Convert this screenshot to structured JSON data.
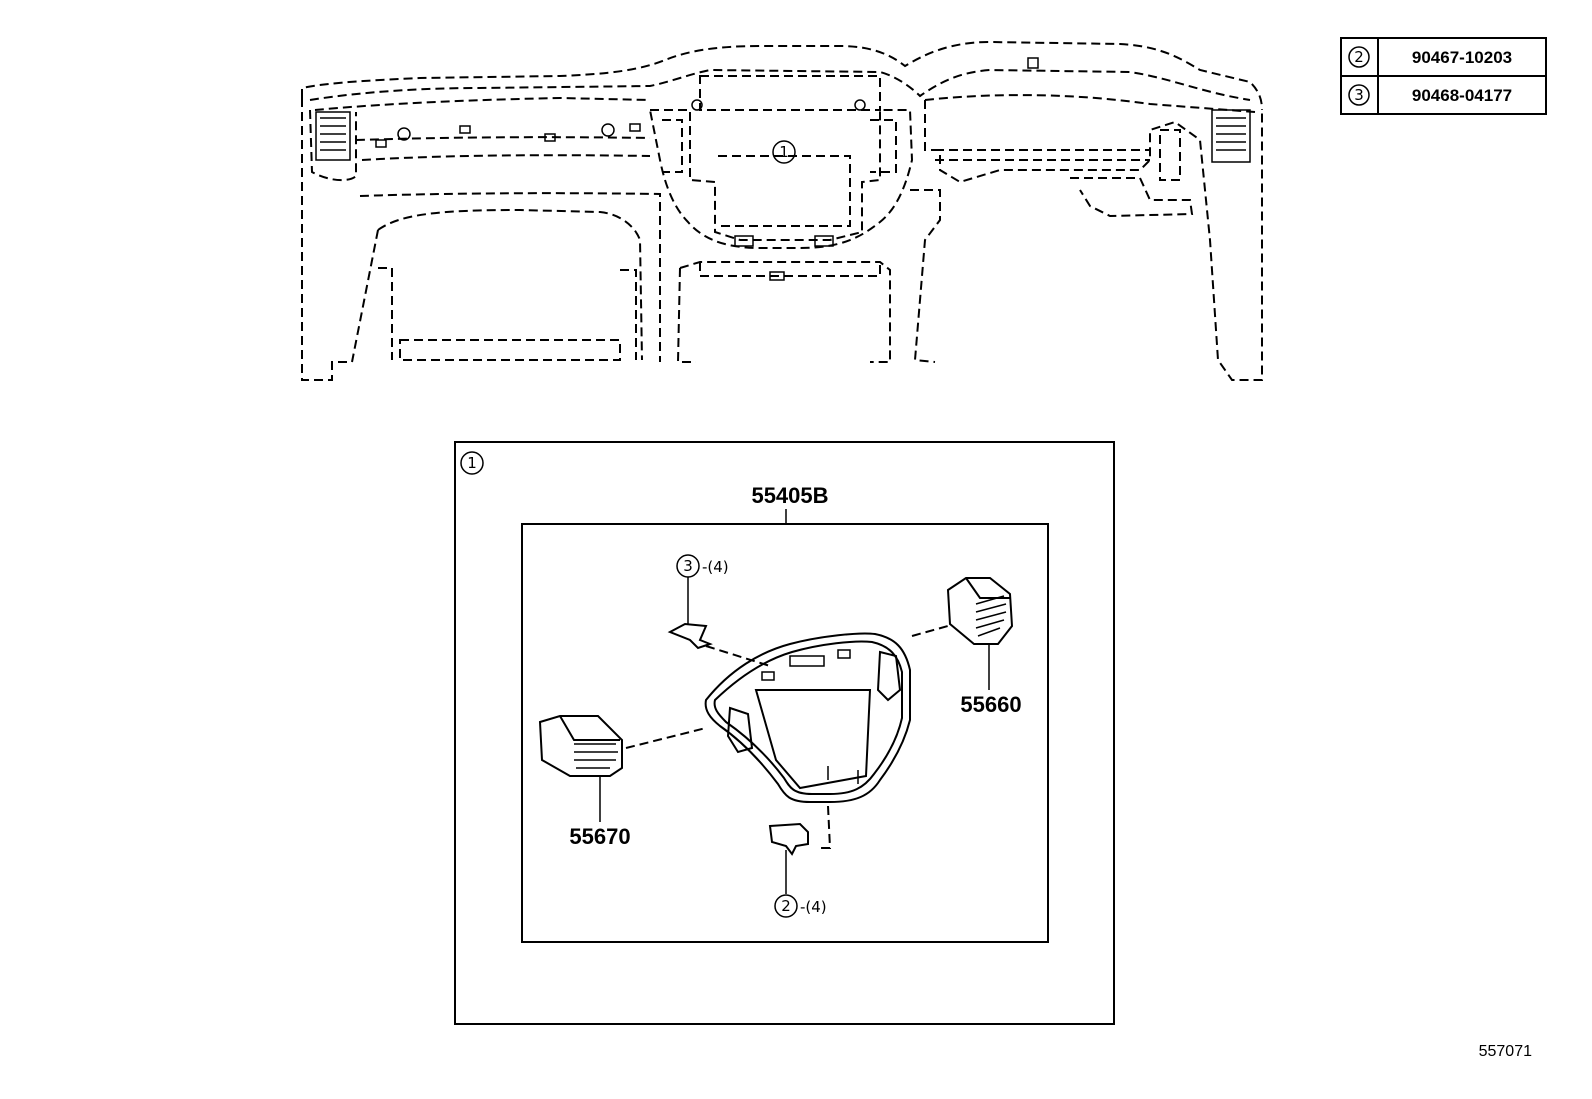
{
  "parts_table": {
    "rows": [
      {
        "callout": "2",
        "part_no": "90467-10203"
      },
      {
        "callout": "3",
        "part_no": "90468-04177"
      }
    ]
  },
  "dashboard": {
    "callout": "1"
  },
  "detail": {
    "callout": "1",
    "assembly_label": "55405B",
    "right_vent_label": "55660",
    "left_vent_label": "55670",
    "clip_top": {
      "callout": "3",
      "qty": "-(4)"
    },
    "clip_bottom": {
      "callout": "2",
      "qty": "-(4)"
    }
  },
  "diagram_ref": "557071"
}
